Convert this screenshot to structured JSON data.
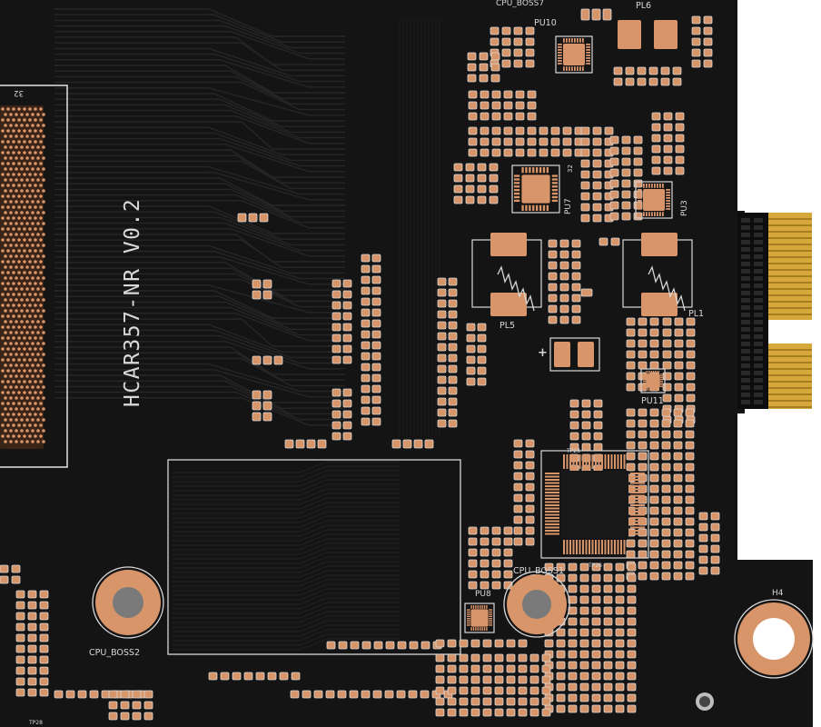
{
  "colors": {
    "board": "#141414",
    "board_edge": "#1d1d1d",
    "trace": "#262626",
    "pad": "#d9956a",
    "pad_dark": "#b87650",
    "silk": "#d8d8d8",
    "gold": "#d6a83c",
    "gold_dark": "#a77d22",
    "background": "#ffffff"
  },
  "silkscreen": {
    "board_name": "HCAR357-NR V0.2",
    "pu10": "PU10",
    "pl6": "PL6",
    "pu7": "PU7",
    "pu3": "PU3",
    "pl5": "PL5",
    "pl1": "PL1",
    "pu11": "PU11",
    "pu8": "PU8",
    "cpu_boss1": "CPU_BOSS1",
    "cpu_boss2": "CPU_BOSS2",
    "h4": "H4",
    "top_partial": "CPU_BOSS7",
    "connector_pin": "32",
    "pu7_pin": "32",
    "tp23": "TP23",
    "tp26": "TP26",
    "tp28": "TP28",
    "polarity": "+"
  },
  "icons": {
    "mounting_hole": "mounting-hole-icon",
    "inductor": "inductor-coil-icon",
    "ic": "ic-chip-icon",
    "edge_connector": "gold-finger-connector-icon"
  }
}
